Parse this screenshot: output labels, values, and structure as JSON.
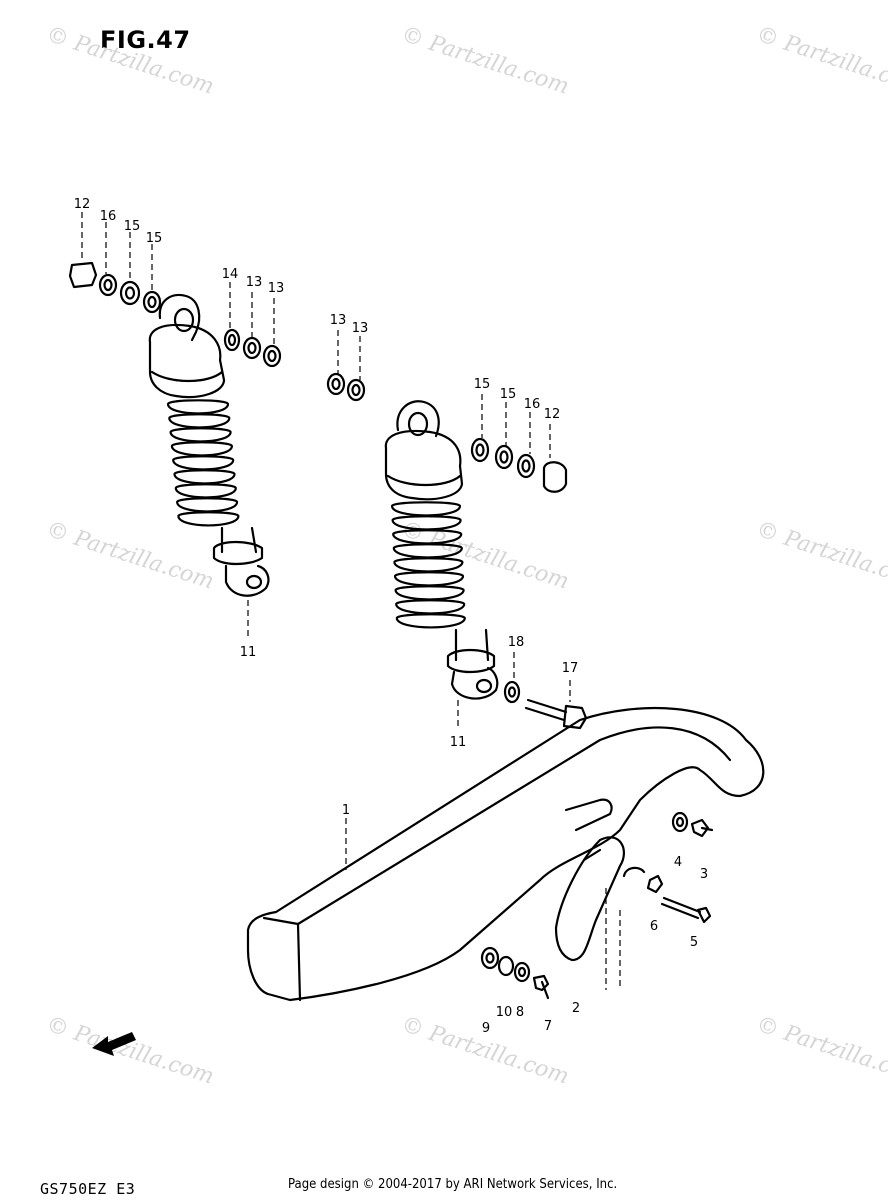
{
  "figure": {
    "title": "FIG.47",
    "model_code": "GS750EZ E3"
  },
  "footer": {
    "copyright": "Page design © 2004-2017 by ARI Network Services, Inc."
  },
  "watermark": {
    "text": "© Partzilla.com",
    "color": "#d5d5d5"
  },
  "callouts": [
    "1",
    "2",
    "3",
    "4",
    "5",
    "6",
    "7",
    "8",
    "9",
    "10",
    "11",
    "11",
    "12",
    "12",
    "13",
    "13",
    "13",
    "13",
    "14",
    "15",
    "15",
    "15",
    "15",
    "16",
    "16",
    "17",
    "18"
  ],
  "labels": {
    "c1": "1",
    "c2": "2",
    "c3": "3",
    "c4": "4",
    "c5": "5",
    "c6": "6",
    "c7": "7",
    "c8": "8",
    "c9": "9",
    "c10": "10",
    "c11a": "11",
    "c11b": "11",
    "c12a": "12",
    "c12b": "12",
    "c13a": "13",
    "c13b": "13",
    "c13c": "13",
    "c13d": "13",
    "c14": "14",
    "c15a": "15",
    "c15b": "15",
    "c15c": "15",
    "c15d": "15",
    "c16a": "16",
    "c16b": "16",
    "c17": "17",
    "c18": "18"
  }
}
